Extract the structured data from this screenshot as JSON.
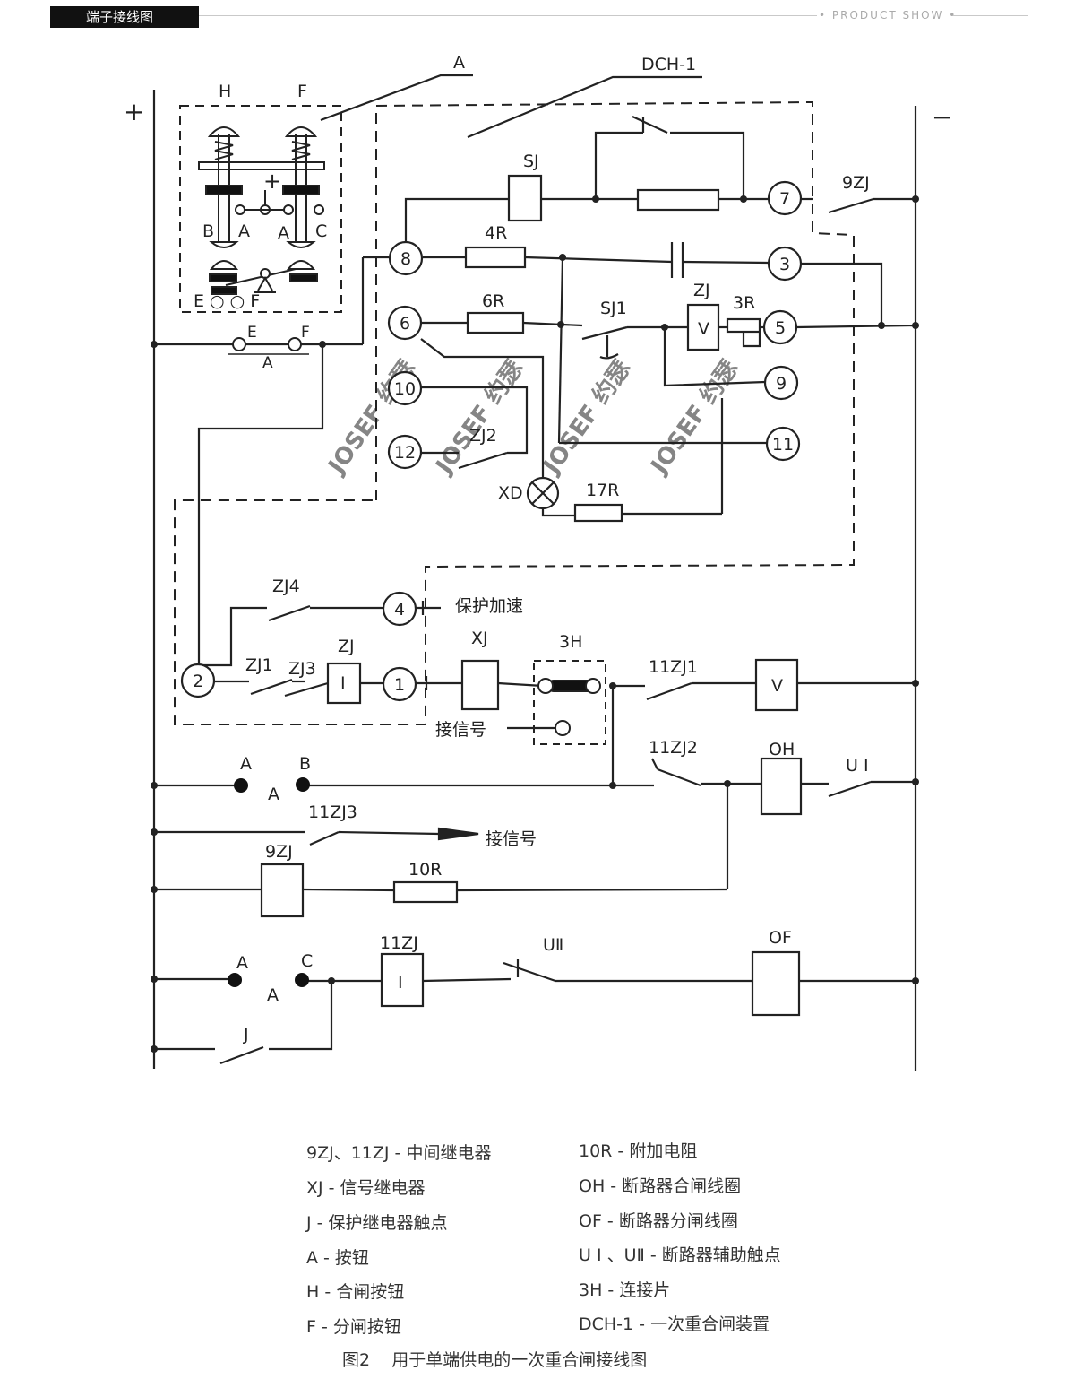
{
  "header": {
    "tab_title": "端子接线图",
    "right_label": "PRODUCT SHOW"
  },
  "diagram": {
    "polarity": {
      "plus": "+",
      "minus": "−"
    },
    "callouts": {
      "a": "A",
      "dch": "DCH-1"
    },
    "button_box": {
      "h": "H",
      "f": "F",
      "b": "B",
      "a1": "A",
      "a2": "A",
      "c": "C",
      "e_f": "E ○ ○ F",
      "plus": "+"
    },
    "button_a_row": {
      "e": "E",
      "f": "F",
      "a": "A"
    },
    "components": {
      "sj": "SJ",
      "zj9": "9ZJ",
      "r4": "4R",
      "r6": "6R",
      "sj1": "SJ1",
      "zj": "ZJ",
      "r3": "3R",
      "v": "V",
      "zj2": "ZJ2",
      "xd": "XD",
      "r17": "17R",
      "zj4": "ZJ4",
      "baohu": "保护加速",
      "zj1": "ZJ1",
      "zj3": "ZJ3",
      "zj_b": "ZJ",
      "i": "I",
      "xj": "XJ",
      "h3": "3H",
      "zj11_1": "11ZJ1",
      "v2": "V",
      "jiexinhao": "接信号",
      "zj11_2": "11ZJ2",
      "oh": "OH",
      "u1": "U I",
      "ab_a": "A",
      "ab_b": "B",
      "ab_mid": "A",
      "zj11_3": "11ZJ3",
      "jiexinhao2": "接信号",
      "zj9_coil": "9ZJ",
      "r10": "10R",
      "ac_a": "A",
      "ac_c": "C",
      "ac_mid": "A",
      "zj11": "11ZJ",
      "i2": "I",
      "u2": "UⅡ",
      "of": "OF",
      "j": "J"
    },
    "terminals": [
      "1",
      "2",
      "3",
      "4",
      "5",
      "6",
      "7",
      "8",
      "9",
      "10",
      "11",
      "12"
    ],
    "watermark": "JOSEF 约瑟"
  },
  "legend": {
    "left": [
      "9ZJ、11ZJ - 中间继电器",
      "XJ - 信号继电器",
      "J - 保护继电器触点",
      "A - 按钮",
      "H - 合闸按钮",
      "F - 分闸按钮"
    ],
    "right": [
      "10R - 附加电阻",
      "OH - 断路器合闸线圈",
      "OF - 断路器分闸线圈",
      "U I 、UⅡ - 断路器辅助触点",
      "3H - 连接片",
      "DCH-1 - 一次重合闸装置"
    ]
  },
  "caption": {
    "figure": "图2",
    "title": "用于单端供电的一次重合闸接线图"
  }
}
